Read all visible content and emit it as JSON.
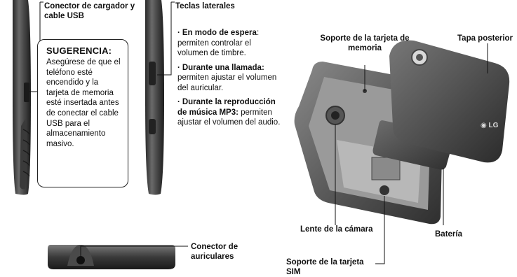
{
  "labels": {
    "charger_connector": "Conector de cargador y cable USB",
    "side_keys": "Teclas laterales",
    "memory_card_holder": "Soporte de la tarjeta de memoria",
    "back_cover": "Tapa posterior",
    "camera_lens": "Lente de la cámara",
    "battery": "Batería",
    "headset_connector": "Conector de auriculares",
    "sim_holder": "Soporte de la tarjeta SIM"
  },
  "tip": {
    "title": "SUGERENCIA:",
    "body": "Asegúrese de que el teléfono esté encendido y la tarjeta de memoria esté insertada antes de conectar el cable USB para el almacenamiento masivo."
  },
  "side_keys_notes": [
    {
      "bold": "En modo de espera",
      "sep": ":",
      "text": " permiten controlar el volumen de timbre."
    },
    {
      "bold": "Durante una llamada:",
      "sep": "",
      "text": " permiten ajustar el volumen del auricular."
    },
    {
      "bold": "Durante la reproducción de música MP3:",
      "sep": "",
      "text": " permiten ajustar el volumen del audio."
    }
  ],
  "logo": {
    "brand": "LG"
  }
}
